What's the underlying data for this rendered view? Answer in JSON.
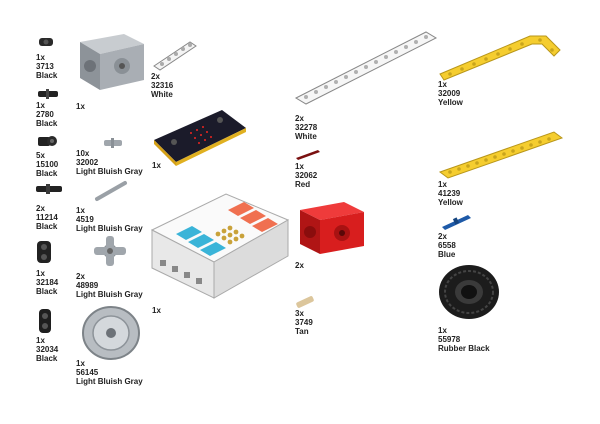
{
  "parts": [
    {
      "qty": "1x",
      "id": "3713",
      "color": "Black"
    },
    {
      "qty": "1x",
      "id": "2780",
      "color": "Black"
    },
    {
      "qty": "5x",
      "id": "15100",
      "color": "Black"
    },
    {
      "qty": "2x",
      "id": "11214",
      "color": "Black"
    },
    {
      "qty": "1x",
      "id": "32184",
      "color": "Black"
    },
    {
      "qty": "1x",
      "id": "32034",
      "color": "Black"
    },
    {
      "qty": "1x",
      "id": "",
      "color": ""
    },
    {
      "qty": "10x",
      "id": "32002",
      "color": "Light Bluish Gray"
    },
    {
      "qty": "1x",
      "id": "4519",
      "color": "Light Bluish Gray"
    },
    {
      "qty": "2x",
      "id": "48989",
      "color": "Light Bluish Gray"
    },
    {
      "qty": "1x",
      "id": "56145",
      "color": "Light Bluish Gray"
    },
    {
      "qty": "2x",
      "id": "32316",
      "color": "White"
    },
    {
      "qty": "1x",
      "id": "",
      "color": ""
    },
    {
      "qty": "1x",
      "id": "",
      "color": ""
    },
    {
      "qty": "2x",
      "id": "32278",
      "color": "White"
    },
    {
      "qty": "1x",
      "id": "32062",
      "color": "Red"
    },
    {
      "qty": "2x",
      "id": "",
      "color": ""
    },
    {
      "qty": "3x",
      "id": "3749",
      "color": "Tan"
    },
    {
      "qty": "1x",
      "id": "32009",
      "color": "Yellow"
    },
    {
      "qty": "1x",
      "id": "41239",
      "color": "Yellow"
    },
    {
      "qty": "2x",
      "id": "6558",
      "color": "Blue"
    },
    {
      "qty": "1x",
      "id": "55978",
      "color": "Rubber Black"
    }
  ],
  "colors": {
    "black": "#1c1c1c",
    "gray": "#9aa0a6",
    "white": "#f2f2f2",
    "red": "#d81e1e",
    "yellow": "#f5cd2f",
    "blue": "#1e5aa8",
    "tan": "#dcc69c",
    "dark_red": "#7a1010",
    "microbit": "#1b1b2a"
  },
  "icons": {
    "microbit_board": "microbit-board-icon",
    "expansion_board": "expansion-board-icon",
    "motor": "motor-icon"
  }
}
